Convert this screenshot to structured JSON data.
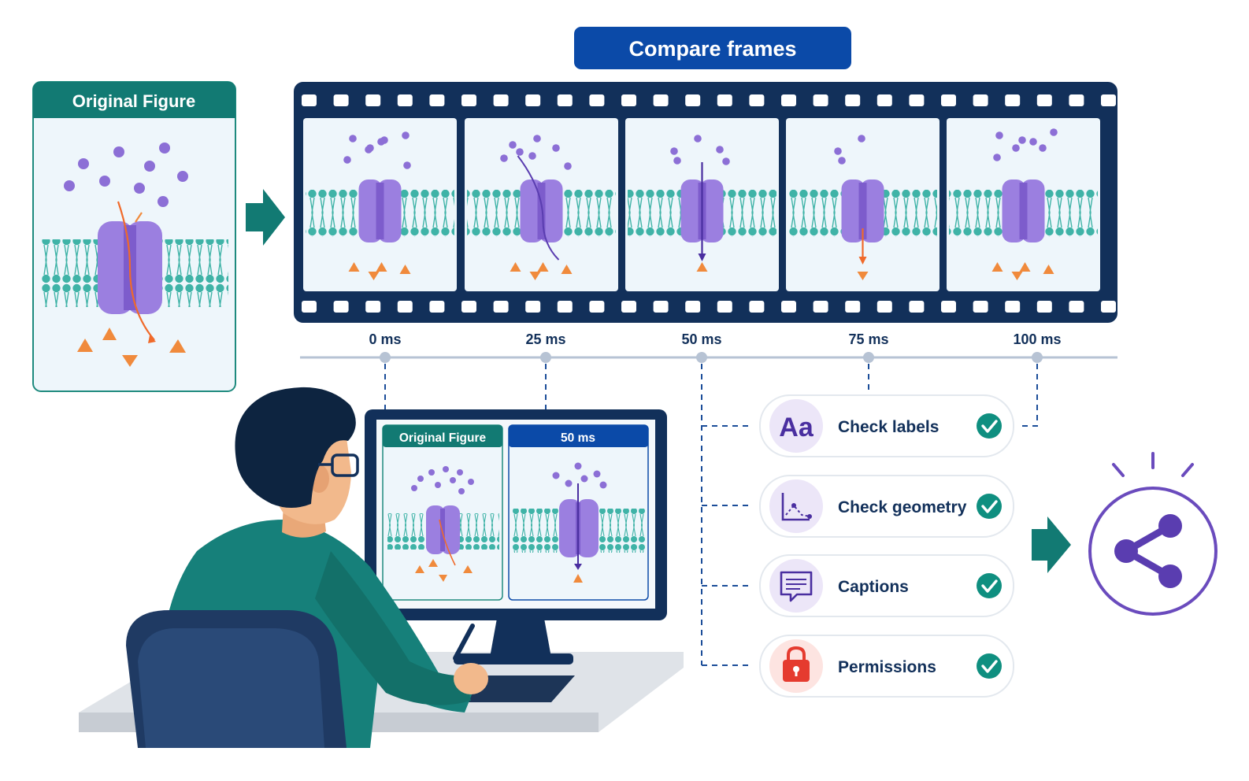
{
  "header": {
    "title": "Compare frames"
  },
  "original_panel": {
    "title": "Original Figure"
  },
  "timeline": {
    "ticks": [
      {
        "label": "0 ms",
        "value": 0
      },
      {
        "label": "25 ms",
        "value": 25
      },
      {
        "label": "50 ms",
        "value": 50
      },
      {
        "label": "75 ms",
        "value": 75
      },
      {
        "label": "100 ms",
        "value": 100
      }
    ]
  },
  "monitor": {
    "left_title": "Original Figure",
    "right_title": "50 ms"
  },
  "checklist": [
    {
      "label": "Check labels",
      "icon": "text-aa-icon",
      "checked": true
    },
    {
      "label": "Check geometry",
      "icon": "geometry-axes-icon",
      "checked": true
    },
    {
      "label": "Captions",
      "icon": "caption-speech-icon",
      "checked": true
    },
    {
      "label": "Permissions",
      "icon": "padlock-icon",
      "checked": true
    }
  ],
  "share": {
    "icon": "share-icon"
  },
  "colors": {
    "navy": "#12305a",
    "blue_button": "#0b4aa8",
    "teal": "#127a73",
    "purple": "#8c6fd6",
    "orange": "#f08a3c",
    "membrane": "#3fb3a7",
    "check": "#0f8f80",
    "share_purple": "#6a4bbd"
  }
}
